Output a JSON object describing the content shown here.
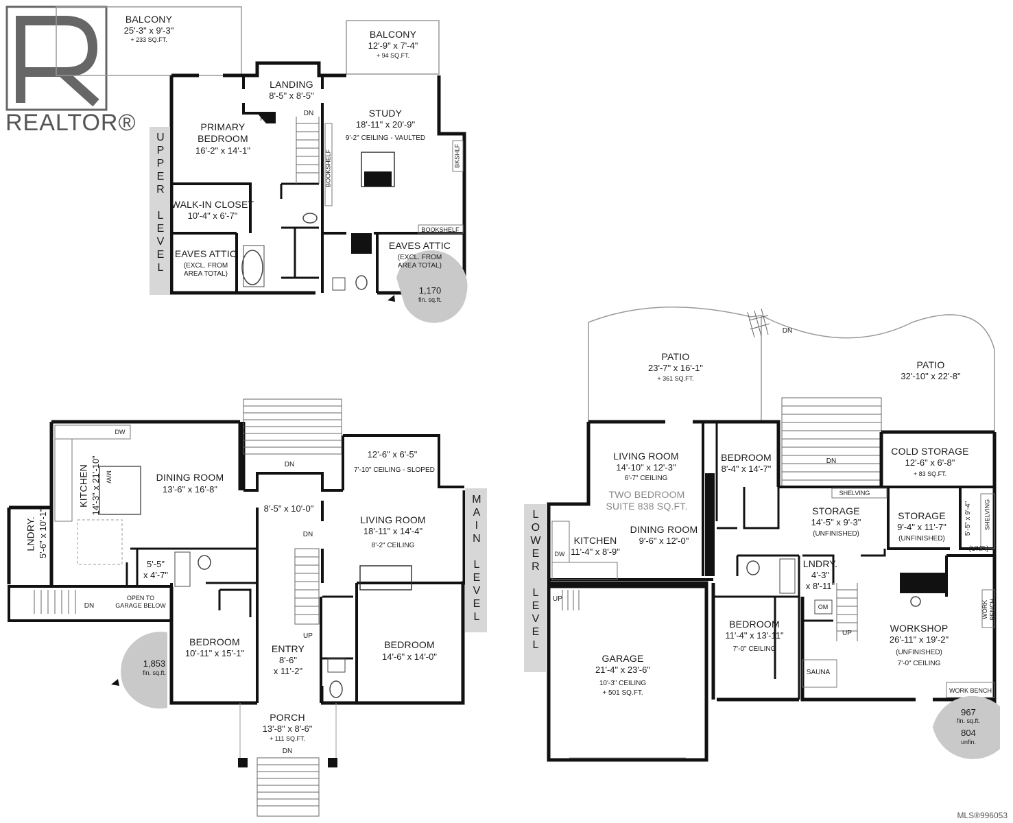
{
  "logo": {
    "text": "REALTOR®"
  },
  "mls": "MLS®996053",
  "levels": {
    "upper": {
      "tab": "UPPER LEVEL",
      "area": "1,170",
      "area_unit": "fin. sq.ft.",
      "rooms": [
        {
          "id": "balcony-1",
          "name": "BALCONY",
          "dim": "25'-3\" x 9'-3\"",
          "extra": "+ 233 SQ.FT."
        },
        {
          "id": "balcony-2",
          "name": "BALCONY",
          "dim": "12'-9\" x 7'-4\"",
          "extra": "+ 94 SQ.FT."
        },
        {
          "id": "landing",
          "name": "LANDING",
          "dim": "8'-5\" x 8'-5\""
        },
        {
          "id": "primary-bedroom",
          "name": "PRIMARY\nBEDROOM",
          "dim": "16'-2\" x 14'-1\""
        },
        {
          "id": "study",
          "name": "STUDY",
          "dim": "18'-11\" x 20'-9\"",
          "extra": "9'-2\" CEILING - VAULTED"
        },
        {
          "id": "walk-in-closet",
          "name": "WALK-IN CLOSET",
          "dim": "10'-4\" x 6'-7\""
        },
        {
          "id": "eaves-attic-1",
          "name": "EAVES ATTIC",
          "extra": "(EXCL. FROM\nAREA TOTAL)"
        },
        {
          "id": "eaves-attic-2",
          "name": "EAVES ATTIC",
          "extra": "(EXCL. FROM\nAREA TOTAL)"
        }
      ],
      "labels": {
        "fp": "FP",
        "dn": "DN",
        "bookshelf": "BOOKSHELF",
        "bkshlf": "BKSHLF",
        "bookshelf2": "BOOKSHELF"
      }
    },
    "main": {
      "tab": "MAIN LEVEL",
      "area": "1,853",
      "area_unit": "fin. sq.ft.",
      "rooms": [
        {
          "id": "kitchen",
          "name": "KITCHEN",
          "dim": "14'-3\" x 21'-10\""
        },
        {
          "id": "dining-room",
          "name": "DINING ROOM",
          "dim": "13'-6\" x 16'-8\""
        },
        {
          "id": "sunroom",
          "dim": "12'-6\" x 6'-5\"",
          "extra": "7'-10\" CEILING - SLOPED"
        },
        {
          "id": "hall",
          "dim": "8'-5\" x 10'-0\""
        },
        {
          "id": "living-room",
          "name": "LIVING ROOM",
          "dim": "18'-11\" x 14'-4\"",
          "extra": "8'-2\" CEILING"
        },
        {
          "id": "laundry",
          "name": "LNDRY.",
          "dim": "5'-6\" x 10'-1\""
        },
        {
          "id": "closet",
          "dim": "5'-5\"\nx 4'-7\""
        },
        {
          "id": "bedroom-1",
          "name": "BEDROOM",
          "dim": "10'-11\" x 15'-1\""
        },
        {
          "id": "entry",
          "name": "ENTRY",
          "dim": "8'-6\"\nx 11'-2\""
        },
        {
          "id": "bedroom-2",
          "name": "BEDROOM",
          "dim": "14'-6\" x 14'-0\""
        },
        {
          "id": "porch",
          "name": "PORCH",
          "dim": "13'-8\" x 8'-6\"",
          "extra": "+ 111 SQ.FT."
        }
      ],
      "labels": {
        "dw": "DW",
        "mw": "M/W",
        "dn1": "DN",
        "dn2": "DN",
        "dn3": "DN",
        "dn4": "DN",
        "up": "UP",
        "open_to": "OPEN TO\nGARAGE BELOW"
      }
    },
    "lower": {
      "tab": "LOWER LEVEL",
      "area": "967",
      "area_unit": "fin. sq.ft.",
      "unfin": "804",
      "unfin_unit": "unfin.",
      "rooms": [
        {
          "id": "patio-1",
          "name": "PATIO",
          "dim": "23'-7\" x 16'-1\"",
          "extra": "+ 361 SQ.FT."
        },
        {
          "id": "patio-2",
          "name": "PATIO",
          "dim": "32'-10\" x 22'-8\""
        },
        {
          "id": "living-room-l",
          "name": "LIVING ROOM",
          "dim": "14'-10\" x 12'-3\"",
          "extra": "6'-7\" CEILING"
        },
        {
          "id": "suite",
          "name": "TWO BEDROOM\nSUITE 838 SQ.FT."
        },
        {
          "id": "bedroom-l1",
          "name": "BEDROOM",
          "dim": "8'-4\" x 14'-7\""
        },
        {
          "id": "cold-storage",
          "name": "COLD STORAGE",
          "dim": "12'-6\" x 6'-8\"",
          "extra": "+ 83 SQ.FT."
        },
        {
          "id": "kitchen-l",
          "name": "KITCHEN",
          "dim": "11'-4\" x 8'-9\""
        },
        {
          "id": "dining-room-l",
          "name": "DINING ROOM",
          "dim": "9'-6\" x 12'-0\""
        },
        {
          "id": "storage-1",
          "name": "STORAGE",
          "dim": "14'-5\" x 9'-3\"",
          "extra": "(UNFINISHED)"
        },
        {
          "id": "storage-2",
          "name": "STORAGE",
          "dim": "9'-4\" x 11'-7\"",
          "extra": "(UNFINISHED)"
        },
        {
          "id": "lndry-l",
          "name": "LNDRY.",
          "dim": "4'-3\"\nx 8'-11\""
        },
        {
          "id": "unf-closet",
          "dim": "5'-5\" x 9'-4\"",
          "extra": "(UNF.)"
        },
        {
          "id": "garage",
          "name": "GARAGE",
          "dim": "21'-4\" x 23'-6\"",
          "extra": "10'-3\" CEILING\n+ 501 SQ.FT."
        },
        {
          "id": "bedroom-l2",
          "name": "BEDROOM",
          "dim": "11'-4\" x 13'-11\"",
          "extra": "7'-0\" CEILING"
        },
        {
          "id": "sauna",
          "name": "SAUNA"
        },
        {
          "id": "workshop",
          "name": "WORKSHOP",
          "dim": "26'-11\" x 19'-2\"",
          "extra": "(UNFINISHED)\n7'-0\" CEILING"
        }
      ],
      "labels": {
        "dn1": "DN",
        "dn2": "DN",
        "up1": "UP",
        "up2": "UP",
        "shelving1": "SHELVING",
        "shelving2": "SHELVING",
        "work_bench1": "WORK\nBENCH",
        "work_bench2": "WORK BENCH",
        "dw": "DW",
        "om": "OM"
      }
    }
  },
  "colors": {
    "wall": "#111111",
    "line": "#999999",
    "tab": "#d7d7d7",
    "seal": "#c9c9c9",
    "logo": "#666666"
  }
}
